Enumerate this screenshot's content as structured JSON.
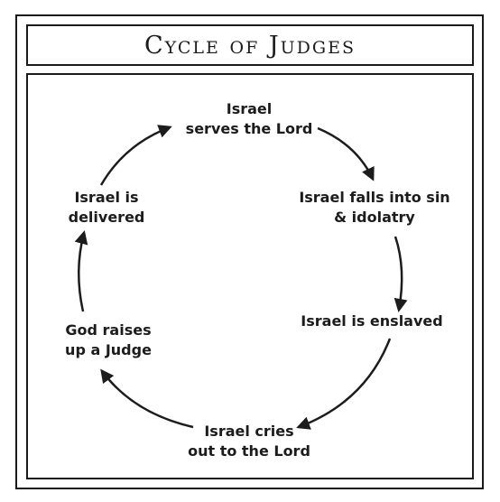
{
  "title": "Cycle of Judges",
  "stages": [
    {
      "line1": "Israel",
      "line2": "serves the Lord"
    },
    {
      "line1": "Israel falls into sin",
      "line2": "& idolatry"
    },
    {
      "line1": "Israel is enslaved",
      "line2": ""
    },
    {
      "line1": "Israel cries",
      "line2": "out to the Lord"
    },
    {
      "line1": "God raises",
      "line2": "up a Judge"
    },
    {
      "line1": "Israel is",
      "line2": "delivered"
    }
  ],
  "colors": {
    "ink": "#1c1c1c",
    "background": "#ffffff"
  },
  "icons": [
    "arrow-head-icon"
  ]
}
